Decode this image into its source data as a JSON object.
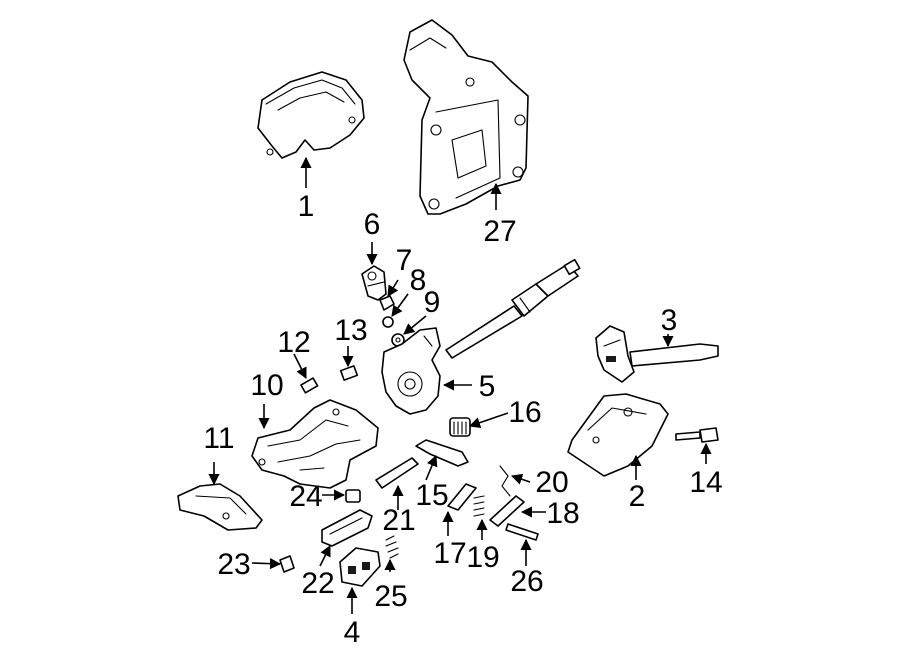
{
  "callouts": [
    {
      "id": "1",
      "text": "1"
    },
    {
      "id": "2",
      "text": "2"
    },
    {
      "id": "3",
      "text": "3"
    },
    {
      "id": "4",
      "text": "4"
    },
    {
      "id": "5",
      "text": "5"
    },
    {
      "id": "6",
      "text": "6"
    },
    {
      "id": "7",
      "text": "7"
    },
    {
      "id": "8",
      "text": "8"
    },
    {
      "id": "9",
      "text": "9"
    },
    {
      "id": "10",
      "text": "10"
    },
    {
      "id": "11",
      "text": "11"
    },
    {
      "id": "12",
      "text": "12"
    },
    {
      "id": "13",
      "text": "13"
    },
    {
      "id": "14",
      "text": "14"
    },
    {
      "id": "15",
      "text": "15"
    },
    {
      "id": "16",
      "text": "16"
    },
    {
      "id": "17",
      "text": "17"
    },
    {
      "id": "18",
      "text": "18"
    },
    {
      "id": "19",
      "text": "19"
    },
    {
      "id": "20",
      "text": "20"
    },
    {
      "id": "21",
      "text": "21"
    },
    {
      "id": "22",
      "text": "22"
    },
    {
      "id": "23",
      "text": "23"
    },
    {
      "id": "24",
      "text": "24"
    },
    {
      "id": "25",
      "text": "25"
    },
    {
      "id": "26",
      "text": "26"
    },
    {
      "id": "27",
      "text": "27"
    }
  ],
  "colors": {
    "line": "#000000",
    "background": "#ffffff"
  }
}
